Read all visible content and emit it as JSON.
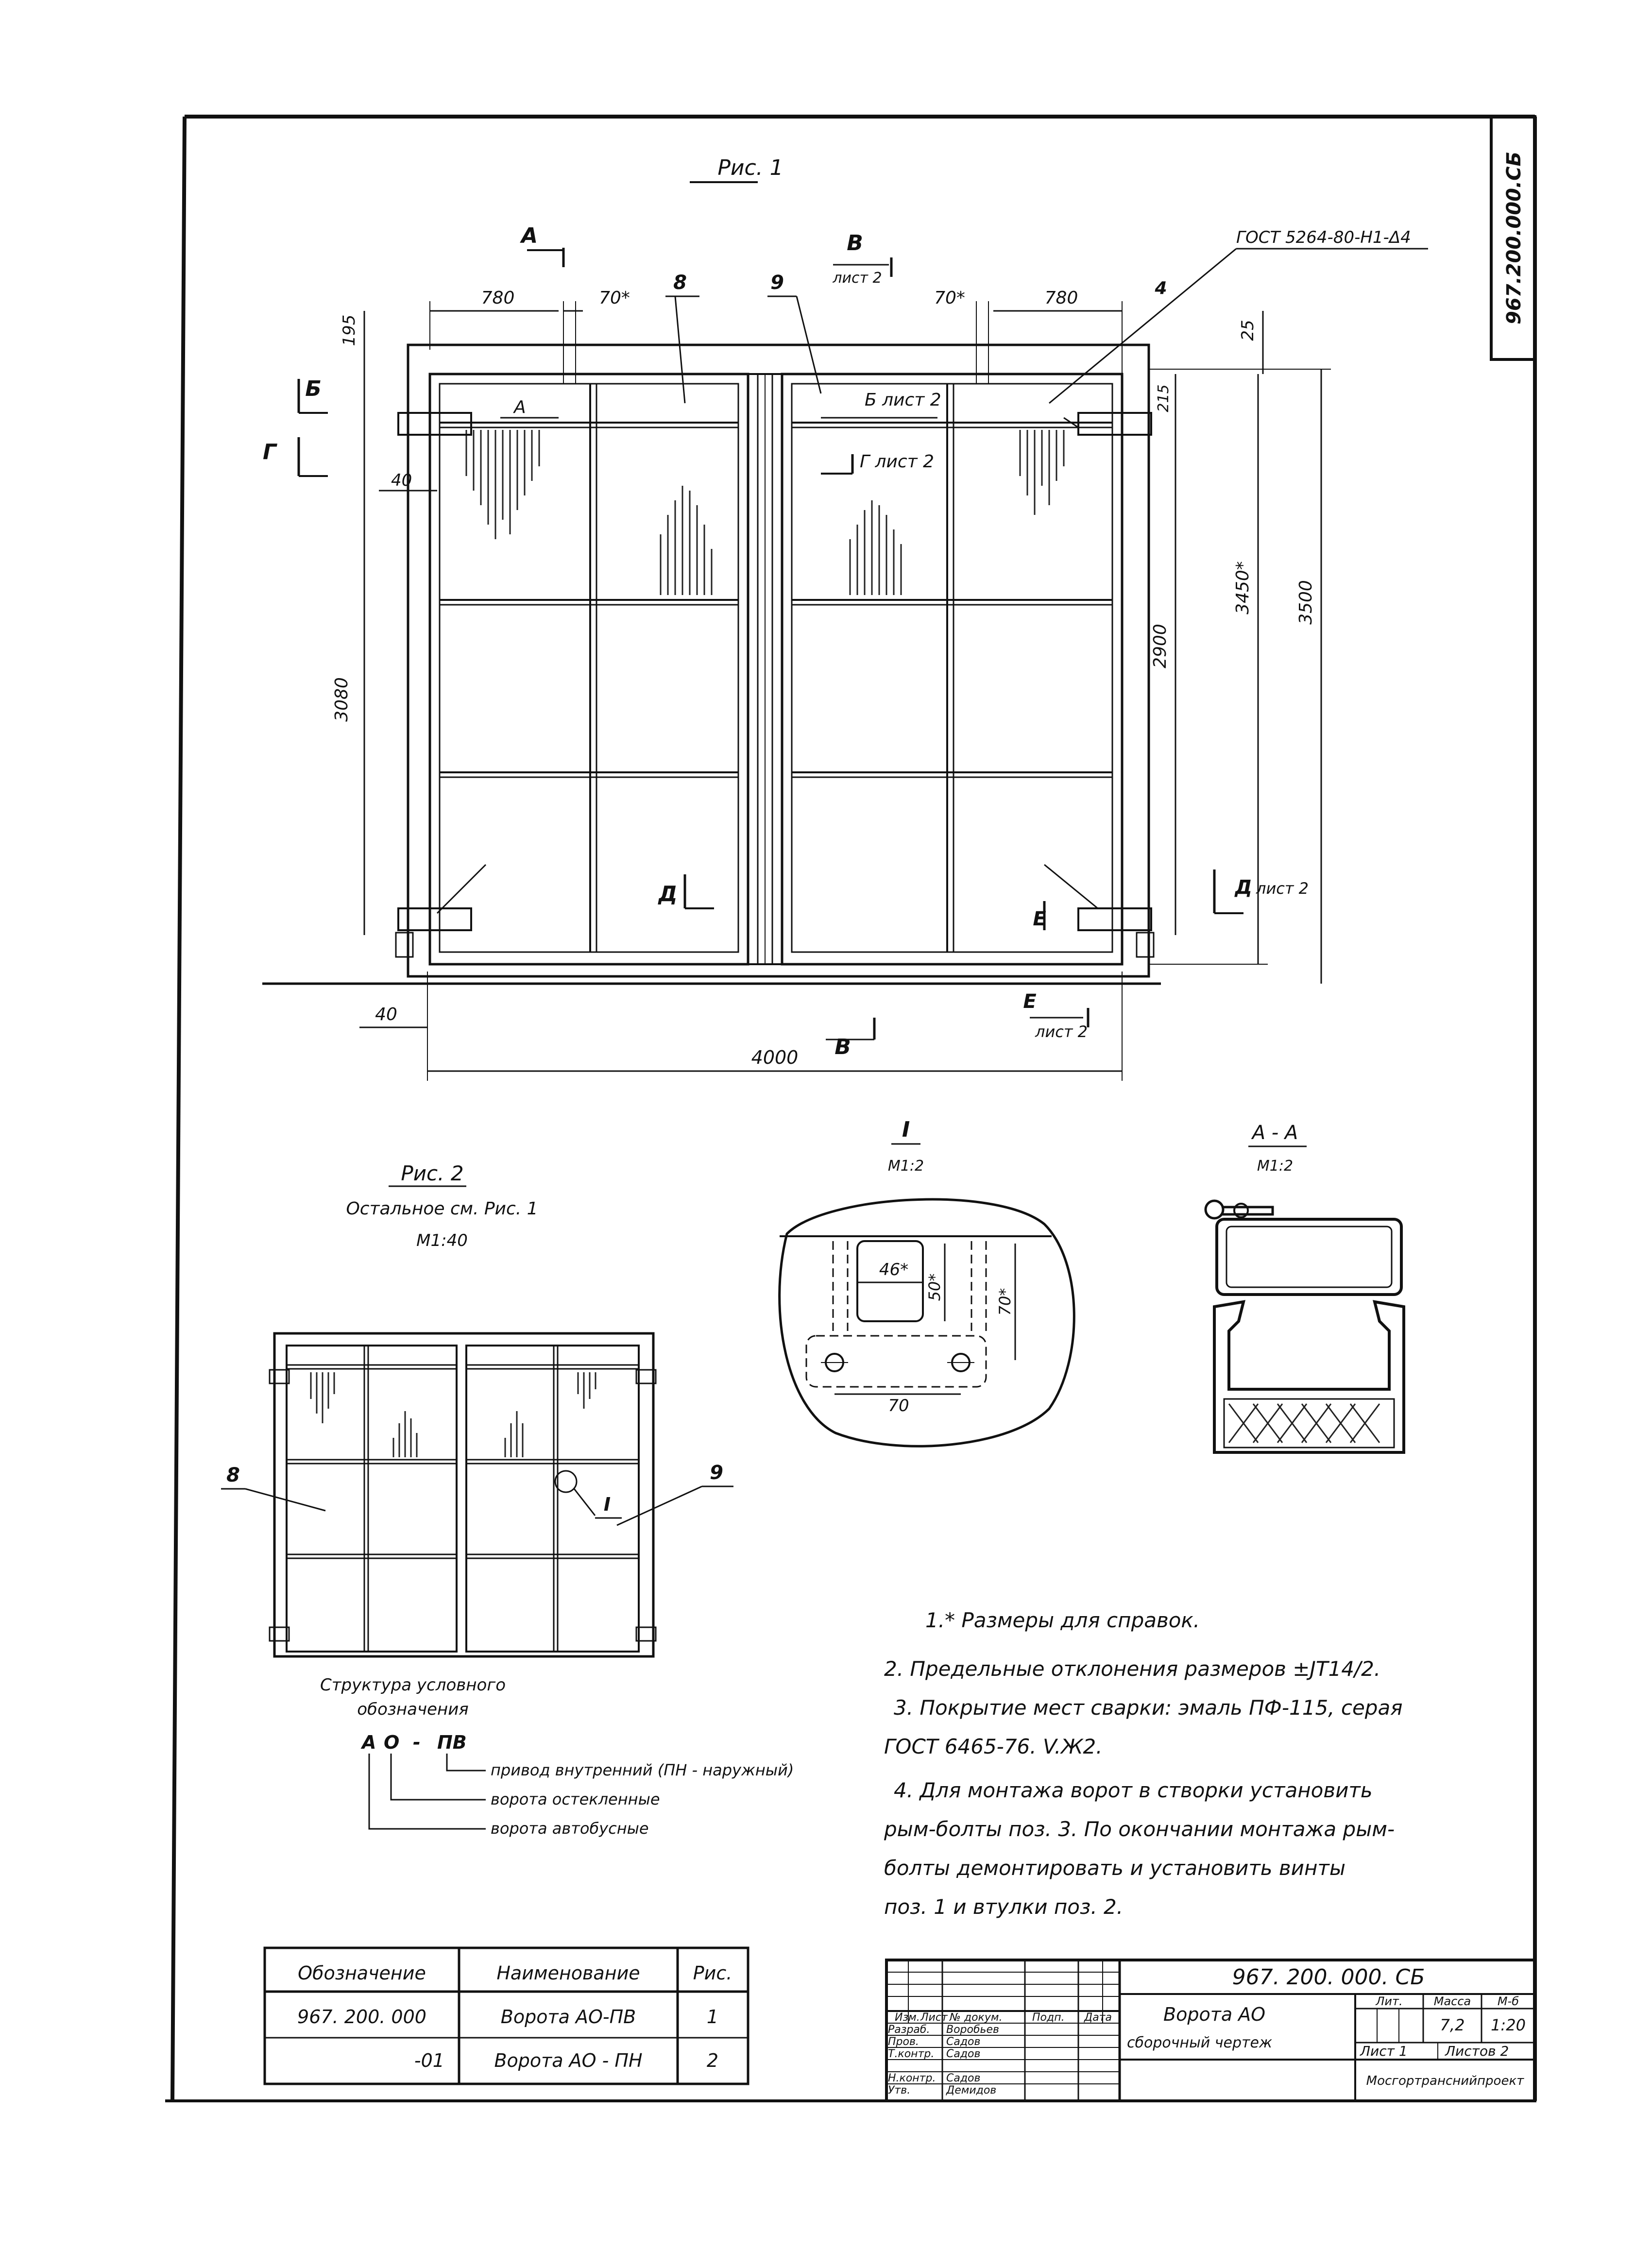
{
  "drawing": {
    "code_vertical": "967.200.000.СБ",
    "weld_note": "ГОСТ 5264-80-Н1-Δ4"
  },
  "fig1": {
    "title": "Рис. 1",
    "section_A": "А",
    "section_V": "В",
    "section_V_sheet": "лист 2",
    "section_B": "Б",
    "section_G": "Г",
    "B_sheet": "Б лист 2",
    "G_sheet": "Г лист 2",
    "detail_I": "А",
    "sec_D": "Д",
    "sec_D_sheet": "лист 2",
    "sec_E": "Е",
    "sec_E_sheet": "лист 2",
    "pos8": "8",
    "pos9": "9",
    "pos4": "4",
    "dim_780_left": "780",
    "dim_70_left": "70*",
    "dim_780_right": "780",
    "dim_70_right": "70*",
    "dim_195": "195",
    "dim_25": "25",
    "dim_215": "215",
    "dim_40_side": "40",
    "dim_3080": "3080",
    "dim_2900": "2900",
    "dim_3450": "3450*",
    "dim_3500": "3500",
    "dim_40_bottom": "40",
    "dim_4000": "4000"
  },
  "fig2": {
    "title": "Рис. 2",
    "subtitle": "Остальное см. Рис. 1",
    "scale": "М1:40",
    "pos8": "8",
    "pos9": "9",
    "detail": "I"
  },
  "detail_I": {
    "title": "I",
    "scale": "М1:2",
    "dim_46": "46*",
    "dim_50": "50*",
    "dim_70v": "70*",
    "dim_70h": "70"
  },
  "section_AA": {
    "title": "А - А",
    "scale": "М1:2"
  },
  "designation": {
    "title_line1": "Структура условного",
    "title_line2": "обозначения",
    "code_a": "А",
    "code_o": "О",
    "code_dash": "-",
    "code_pv": "ПВ",
    "line1": "привод внутренний (ПН - наружный)",
    "line2": "ворота остекленные",
    "line3": "ворота автобусные"
  },
  "notes": [
    "1.* Размеры для справок.",
    "2. Предельные отклонения размеров ±JТ14/2.",
    "3. Покрытие мест сварки: эмаль ПФ-115, серая",
    "ГОСТ 6465-76. V.Ж2.",
    "4. Для монтажа ворот в створки установить",
    "рым-болты поз. 3.  По окончании монтажа рым-",
    "болты демонтировать и установить винты",
    "поз. 1 и втулки поз. 2."
  ],
  "variants_table": {
    "headers": [
      "Обозначение",
      "Наименование",
      "Рис."
    ],
    "rows": [
      [
        "967. 200. 000",
        "Ворота АО-ПВ",
        "1"
      ],
      [
        "-01",
        "Ворота АО - ПН",
        "2"
      ]
    ]
  },
  "title_block": {
    "code": "967. 200. 000. СБ",
    "name": "Ворота АО",
    "doc_type": "сборочный чертеж",
    "lit_label": "Лит.",
    "mass_label": "Масса",
    "scale_label": "М-б",
    "mass": "7,2",
    "scale": "1:20",
    "sheet": "Лист 1",
    "sheets": "Листов 2",
    "org": "Мосгортранснийпроект",
    "col_izm": "Изм.",
    "col_list": "Лист",
    "col_doc": "№ докум.",
    "col_sign": "Подп.",
    "col_date": "Дата",
    "roles": [
      "Разраб.",
      "Пров.",
      "Т.контр.",
      "",
      "Н.контр.",
      "Утв."
    ],
    "names": [
      "Воробьев",
      "Садов",
      "Садов",
      "",
      "Садов",
      "Демидов"
    ]
  }
}
